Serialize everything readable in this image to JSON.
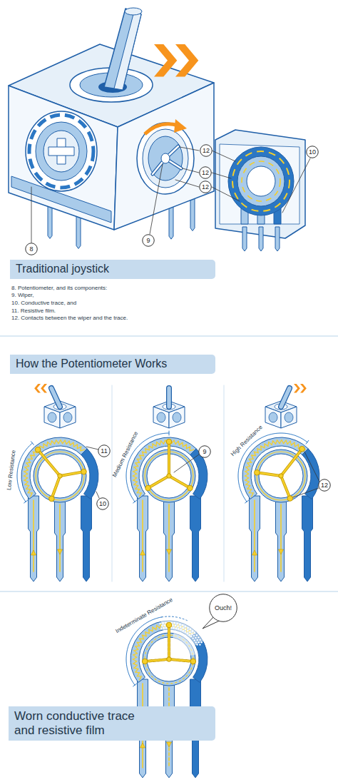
{
  "diagram": {
    "nodes": [
      {
        "text": [
          "12"
        ]
      },
      {
        "text": [
          "10"
        ]
      },
      {
        "text": [
          "12"
        ]
      },
      {
        "text": [
          "12"
        ]
      },
      {
        "text": [
          "8"
        ]
      },
      {
        "text": [
          "9"
        ]
      },
      {
        "text": [
          "Traditional joystick"
        ]
      },
      {
        "text": [
          "How the Potentiometer Works"
        ]
      },
      {
        "text": [
          "11"
        ]
      },
      {
        "text": [
          "9"
        ]
      },
      {
        "text": [
          "10"
        ]
      },
      {
        "text": [
          "12"
        ]
      },
      {
        "text": [
          "Ouch!"
        ]
      },
      {
        "text": [
          "Worn conductive trace and resistive film"
        ]
      }
    ],
    "labels": [
      "8. Potentiometer, and its components:",
      "9. Wiper,",
      "10. Conductive trace, and",
      "11. Resistive film.",
      "12. Contacts between the wiper and the trace.",
      "Low Resistance",
      "Medium Resistance",
      "High Resistance",
      "Indeterminate Resistance"
    ]
  }
}
